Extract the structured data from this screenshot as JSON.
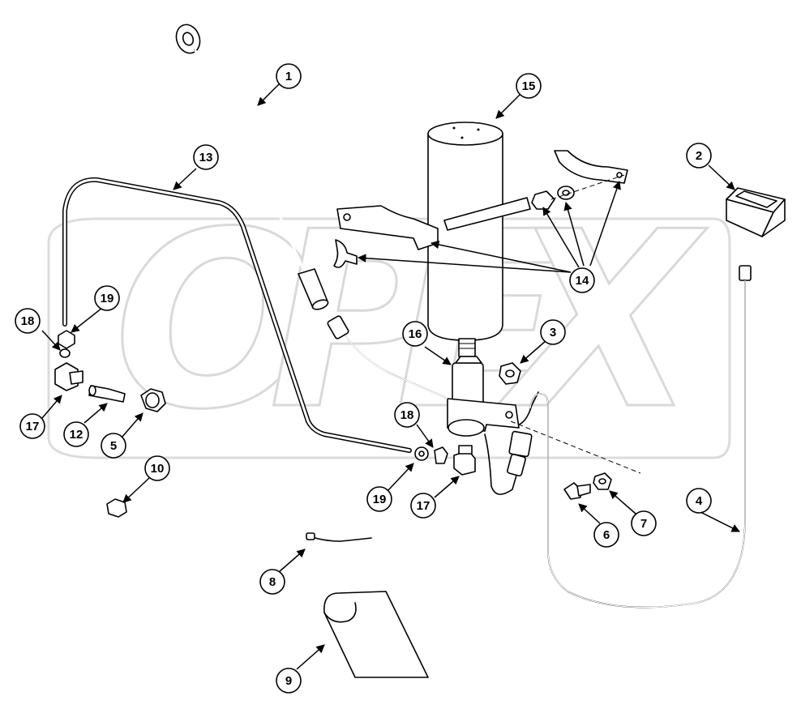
{
  "watermark": {
    "text": "OPEX"
  },
  "colors": {
    "ink": "#000000",
    "watermark_stroke": "#d9d9d9",
    "background": "#ffffff"
  },
  "callouts": {
    "c1": "1",
    "c2": "2",
    "c3": "3",
    "c4": "4",
    "c5": "5",
    "c6": "6",
    "c7": "7",
    "c8": "8",
    "c9": "9",
    "c10": "10",
    "c12": "12",
    "c13": "13",
    "c14": "14",
    "c15": "15",
    "c16": "16",
    "c17a": "17",
    "c17b": "17",
    "c18a": "18",
    "c18b": "18",
    "c19a": "19",
    "c19b": "19"
  }
}
